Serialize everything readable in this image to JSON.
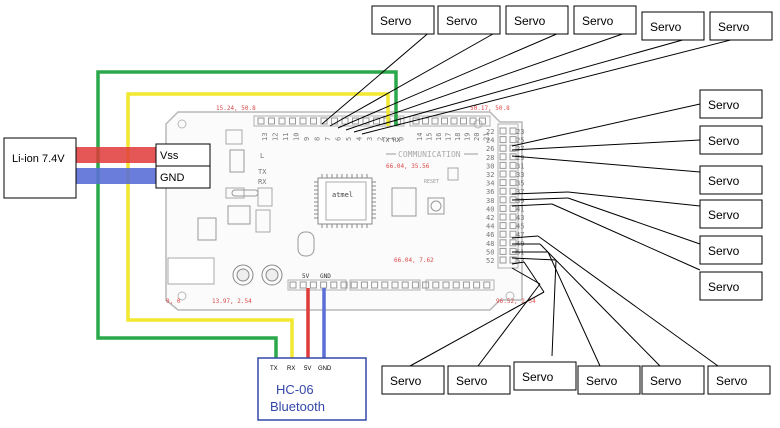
{
  "power": {
    "battery_label": "Li-ion 7.4V",
    "vss_label": "Vss",
    "gnd_label": "GND"
  },
  "board": {
    "coord_top_left": "15.24, 50.8",
    "coord_top_right": "50.17, 50.8",
    "coord_mid": "66.04, 35.56",
    "coord_bottom_mid": "66.04, 7.62",
    "coord_origin": "0, 0",
    "coord_bottom_left": "13.97, 2.54",
    "coord_bottom_right": "96.52, 2.54",
    "communication_label": "COMMUNICATION",
    "reset_label": "RESET",
    "tx_label": "TX",
    "rx_label": "RX",
    "l_label": "L",
    "pin_5v_label": "5V",
    "pin_gnd_label": "GND",
    "top_header_pins": [
      "13",
      "12",
      "11",
      "10",
      "9",
      "8",
      "7",
      "6",
      "5",
      "4",
      "3",
      "2",
      "1",
      "0"
    ],
    "comm_header_pins": [
      "14",
      "15",
      "16",
      "17",
      "18",
      "19",
      "20",
      "21"
    ],
    "right_header_pins_left": [
      "22",
      "24",
      "26",
      "28",
      "30",
      "32",
      "34",
      "36",
      "38",
      "40",
      "42",
      "44",
      "46",
      "48",
      "50",
      "52"
    ],
    "right_header_pins_right": [
      "23",
      "25",
      "27",
      "29",
      "31",
      "33",
      "35",
      "37",
      "39",
      "41",
      "43",
      "45",
      "47",
      "49",
      "51",
      "53"
    ],
    "tx_rx_top": "TX  RX"
  },
  "bluetooth": {
    "pin_tx": "TX",
    "pin_rx": "RX",
    "pin_5v": "5V",
    "pin_gnd": "GND",
    "name": "HC-06",
    "subtitle": "Bluetooth"
  },
  "servo_label": "Servo",
  "servos_top": [
    "Servo",
    "Servo",
    "Servo",
    "Servo",
    "Servo",
    "Servo"
  ],
  "servos_right": [
    "Servo",
    "Servo",
    "Servo",
    "Servo",
    "Servo",
    "Servo"
  ],
  "servos_bottom": [
    "Servo",
    "Servo",
    "Servo",
    "Servo",
    "Servo",
    "Servo"
  ],
  "colors": {
    "green_wire": "#2aa84a",
    "yellow_wire": "#f2e830",
    "red_wire": "#e03a3a",
    "blue_wire": "#5a6fd6",
    "board_outline": "#b8b8b8",
    "board_label_red": "#d94a4a",
    "hc06_blue": "#3348a8"
  }
}
